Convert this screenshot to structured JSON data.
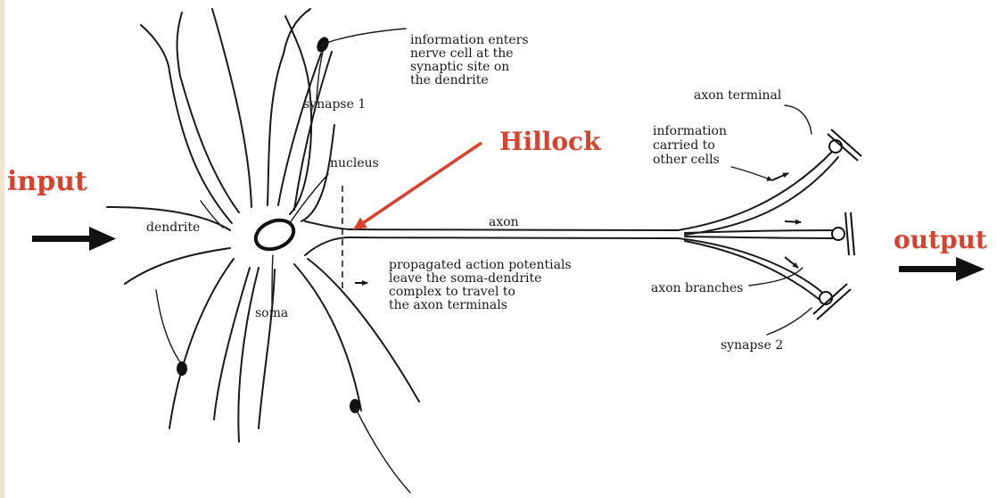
{
  "colors": {
    "accent": "#d9412b",
    "ink": "#1a1a1a",
    "background": "#ffffff"
  },
  "labels": {
    "input": "input",
    "output": "output",
    "hillock": "Hillock",
    "info_enters": [
      "information enters",
      "nerve cell at the",
      "synaptic site on",
      "the dendrite"
    ],
    "synapse1": "synapse 1",
    "nucleus": "nucleus",
    "dendrite": "dendrite",
    "soma": "soma",
    "axon": "axon",
    "axon_terminal": "axon terminal",
    "info_carried": [
      "information",
      "carried to",
      "other cells"
    ],
    "propagated": [
      "propagated action potentials",
      "leave the soma-dendrite",
      "complex to travel to",
      "the axon terminals"
    ],
    "axon_branches": "axon branches",
    "synapse2": "synapse 2"
  }
}
